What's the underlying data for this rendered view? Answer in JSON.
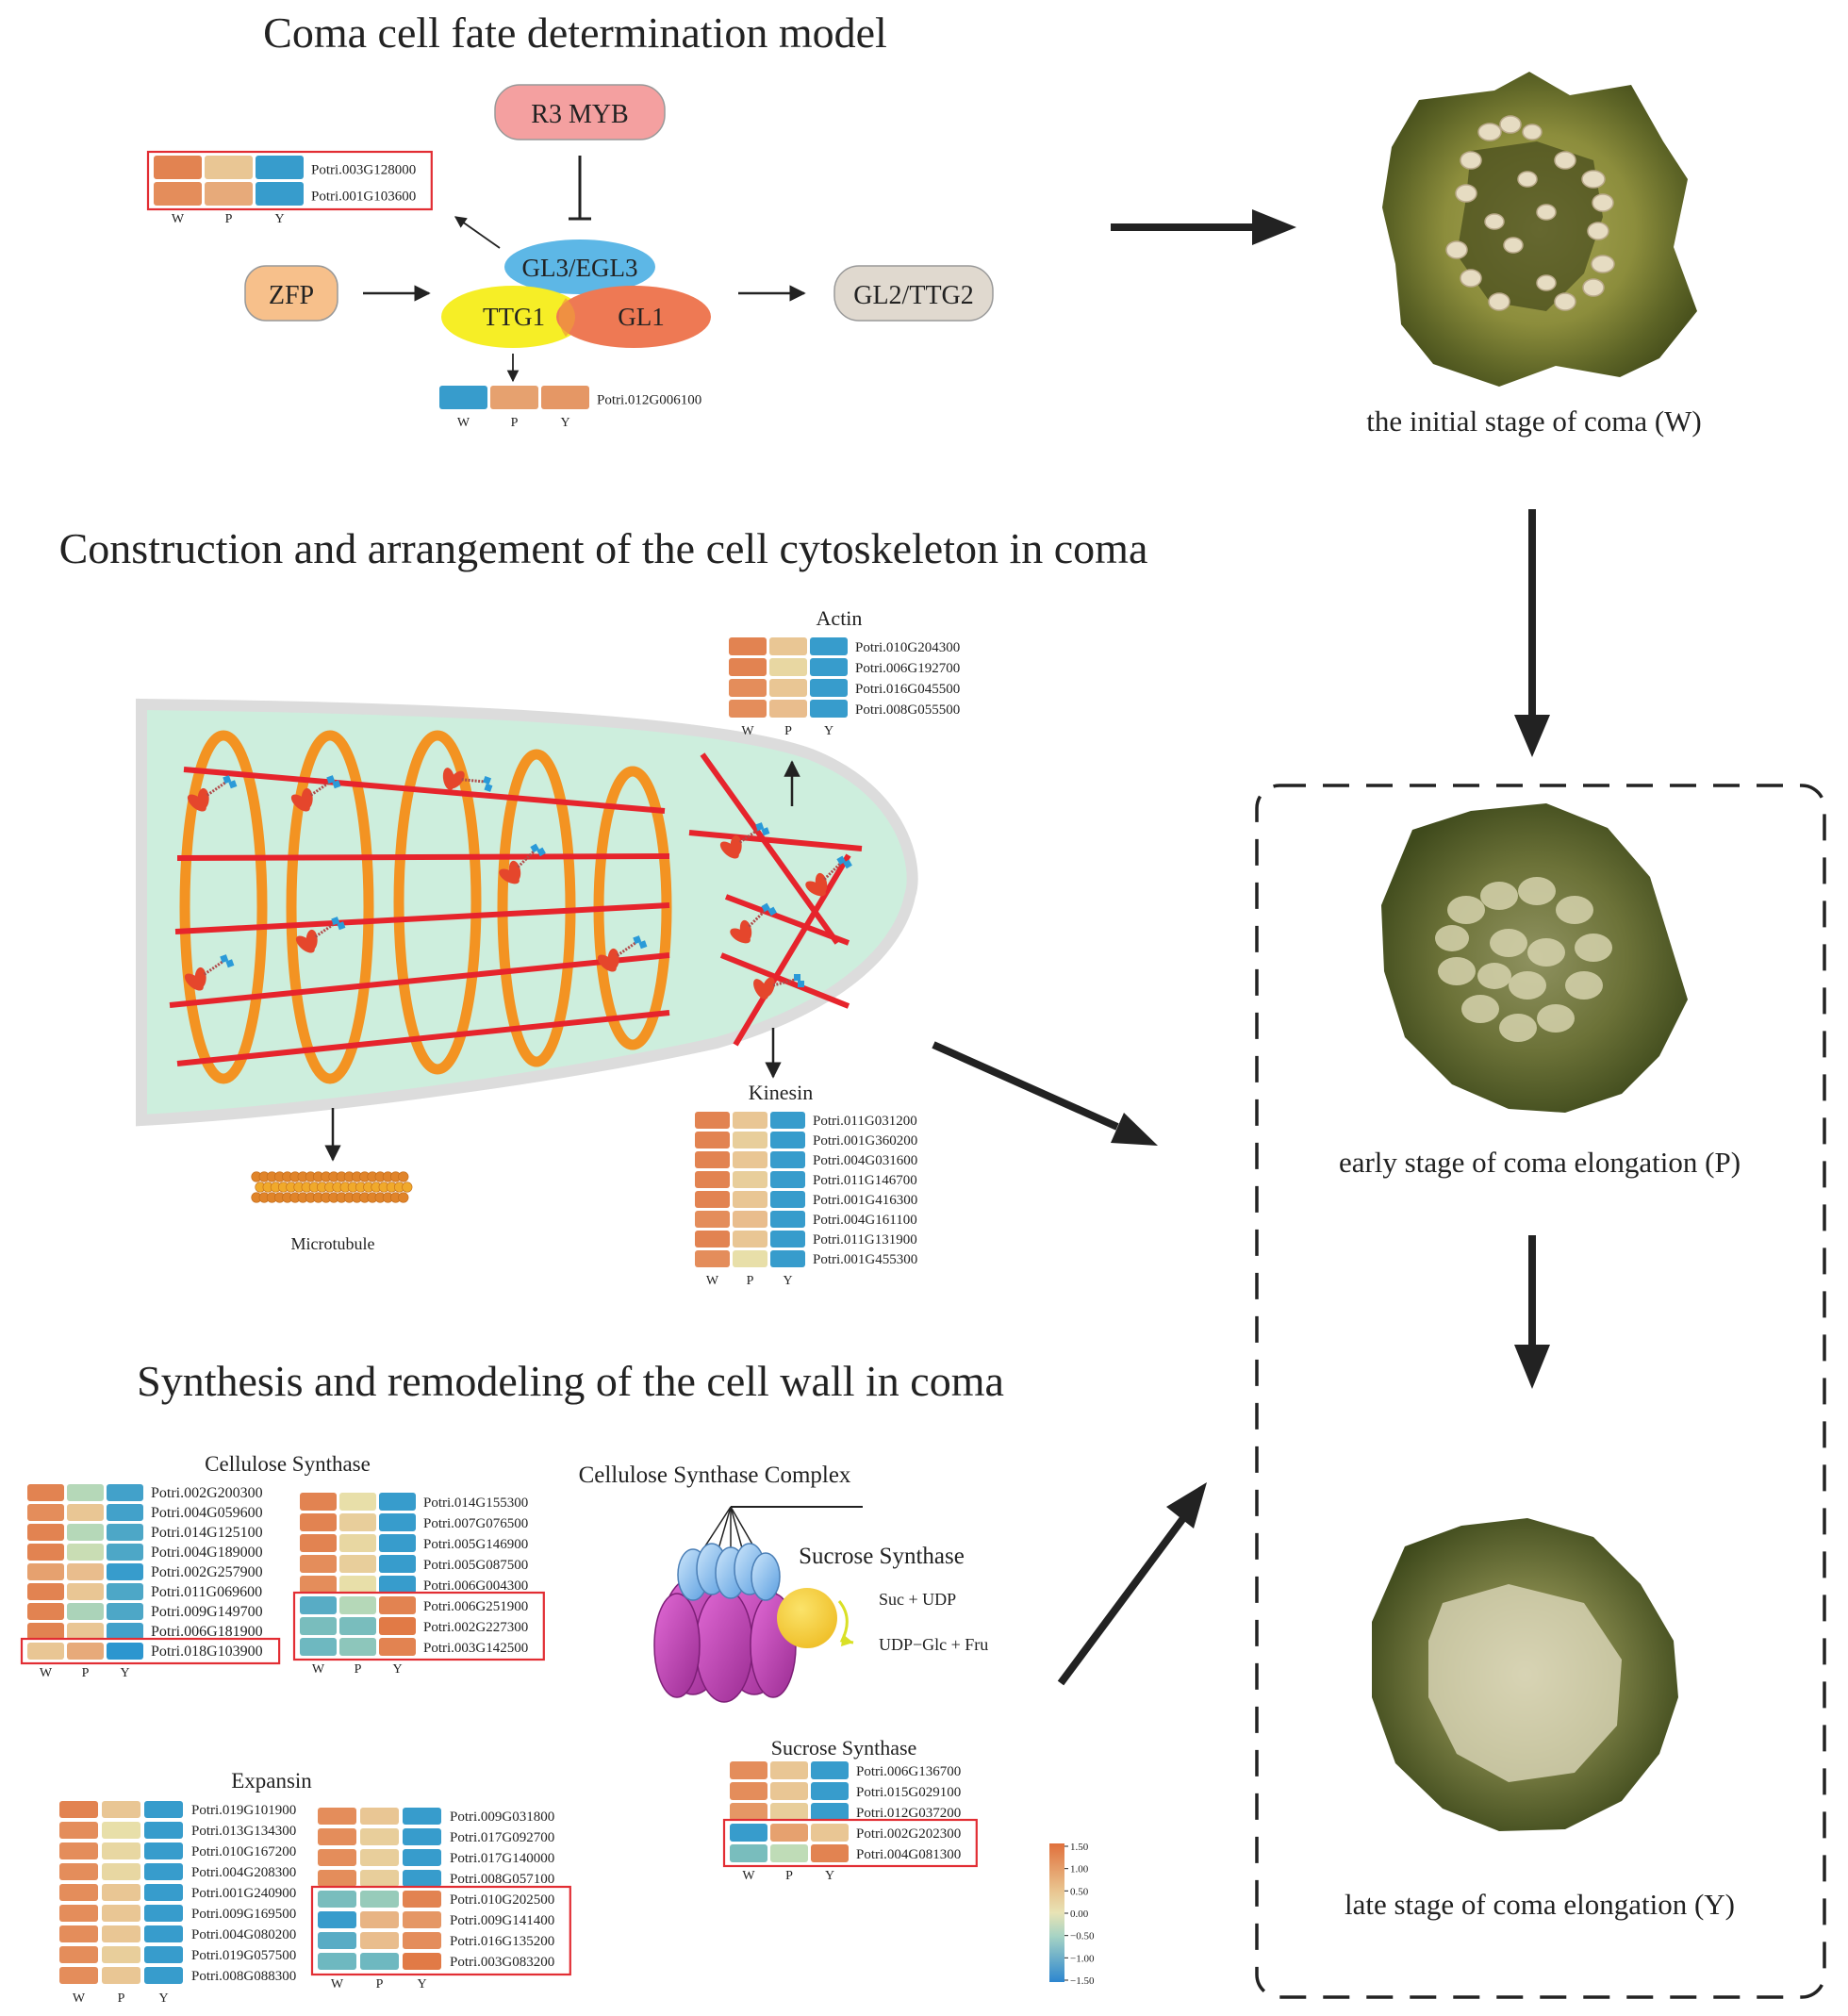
{
  "colors": {
    "heat_hi": "#e0703c",
    "heat_mid_hi": "#e9b989",
    "heat_mid": "#e8dfa9",
    "heat_neutral": "#bfdcb7",
    "heat_mid_lo": "#7ec0bc",
    "heat_lo": "#2c96cf",
    "highlight_box": "#e22d33",
    "red_filament": "#e6242c",
    "orange_ring": "#f39322",
    "cell_fill": "#cdeedd",
    "r3myb_fill": "#f4a0a0",
    "zfp_fill": "#f7c08b",
    "gl3_fill": "#5db7e6",
    "ttg1_fill": "#f6ee26",
    "gl1_fill": "#ee7954",
    "gl2_fill": "#e0d9cf"
  },
  "sections": {
    "fate_title": "Coma cell fate determination model",
    "cytoskeleton_title": "Construction and arrangement of the cell cytoskeleton in coma",
    "cellwall_title": "Synthesis and remodeling of the cell wall in coma"
  },
  "model": {
    "r3myb": "R3 MYB",
    "zfp": "ZFP",
    "gl3": "GL3/EGL3",
    "ttg1": "TTG1",
    "gl1": "GL1",
    "gl2": "GL2/TTG2"
  },
  "stages": {
    "w": "the initial stage of coma (W)",
    "p": "early stage of coma elongation (P)",
    "y": "late stage of coma elongation (Y)"
  },
  "labels": {
    "actin": "Actin",
    "kinesin": "Kinesin",
    "microtubule": "Microtubule",
    "cellulose_synthase": "Cellulose Synthase",
    "expansin": "Expansin",
    "csc": "Cellulose Synthase Complex",
    "sus_diagram": "Sucrose Synthase",
    "sus_heatmap": "Sucrose Synthase",
    "suc_udp": "Suc + UDP",
    "udp_glc_fru": "UDP−Glc + Fru"
  },
  "columns": [
    "W",
    "P",
    "Y"
  ],
  "heatmaps": {
    "fate_top": {
      "genes": [
        "Potri.003G128000",
        "Potri.001G103600"
      ],
      "levels": [
        [
          1.3,
          0.6,
          -1.4
        ],
        [
          1.2,
          0.9,
          -1.4
        ]
      ],
      "highlight": [
        0,
        1
      ]
    },
    "fate_ttg1": {
      "genes": [
        "Potri.012G006100"
      ],
      "levels": [
        [
          -1.4,
          1.0,
          1.1
        ]
      ],
      "highlight": []
    },
    "actin": {
      "genes": [
        "Potri.010G204300",
        "Potri.006G192700",
        "Potri.016G045500",
        "Potri.008G055500"
      ],
      "levels": [
        [
          1.3,
          0.6,
          -1.4
        ],
        [
          1.3,
          0.4,
          -1.4
        ],
        [
          1.2,
          0.6,
          -1.4
        ],
        [
          1.2,
          0.7,
          -1.4
        ]
      ],
      "highlight": []
    },
    "kinesin": {
      "genes": [
        "Potri.011G031200",
        "Potri.001G360200",
        "Potri.004G031600",
        "Potri.011G146700",
        "Potri.001G416300",
        "Potri.004G161100",
        "Potri.011G131900",
        "Potri.001G455300"
      ],
      "levels": [
        [
          1.3,
          0.6,
          -1.4
        ],
        [
          1.3,
          0.5,
          -1.4
        ],
        [
          1.3,
          0.6,
          -1.4
        ],
        [
          1.3,
          0.5,
          -1.4
        ],
        [
          1.3,
          0.6,
          -1.4
        ],
        [
          1.2,
          0.7,
          -1.4
        ],
        [
          1.3,
          0.6,
          -1.4
        ],
        [
          1.2,
          0.3,
          -1.4
        ]
      ],
      "highlight": []
    },
    "cesa_left": {
      "genes": [
        "Potri.002G200300",
        "Potri.004G059600",
        "Potri.014G125100",
        "Potri.004G189000",
        "Potri.002G257900",
        "Potri.011G069600",
        "Potri.009G149700",
        "Potri.006G181900",
        "Potri.018G103900"
      ],
      "levels": [
        [
          1.3,
          -0.2,
          -1.3
        ],
        [
          1.2,
          0.6,
          -1.3
        ],
        [
          1.3,
          -0.2,
          -1.2
        ],
        [
          1.3,
          0.0,
          -1.2
        ],
        [
          1.0,
          0.7,
          -1.4
        ],
        [
          1.3,
          0.6,
          -1.2
        ],
        [
          1.3,
          -0.3,
          -1.2
        ],
        [
          1.3,
          0.6,
          -1.3
        ],
        [
          0.6,
          0.9,
          -1.5
        ]
      ],
      "highlight": [
        8
      ]
    },
    "cesa_right": {
      "genes": [
        "Potri.014G155300",
        "Potri.007G076500",
        "Potri.005G146900",
        "Potri.005G087500",
        "Potri.006G004300",
        "Potri.006G251900",
        "Potri.002G227300",
        "Potri.003G142500"
      ],
      "levels": [
        [
          1.3,
          0.3,
          -1.4
        ],
        [
          1.3,
          0.5,
          -1.4
        ],
        [
          1.3,
          0.4,
          -1.4
        ],
        [
          1.2,
          0.5,
          -1.4
        ],
        [
          1.2,
          0.3,
          -1.4
        ],
        [
          -1.1,
          -0.2,
          1.3
        ],
        [
          -0.8,
          -0.8,
          1.4
        ],
        [
          -0.9,
          -0.6,
          1.3
        ]
      ],
      "highlight": [
        5,
        6,
        7
      ]
    },
    "expansin_left": {
      "genes": [
        "Potri.019G101900",
        "Potri.013G134300",
        "Potri.010G167200",
        "Potri.004G208300",
        "Potri.001G240900",
        "Potri.009G169500",
        "Potri.004G080200",
        "Potri.019G057500",
        "Potri.008G088300"
      ],
      "levels": [
        [
          1.3,
          0.6,
          -1.4
        ],
        [
          1.2,
          0.3,
          -1.4
        ],
        [
          1.2,
          0.4,
          -1.4
        ],
        [
          1.2,
          0.4,
          -1.4
        ],
        [
          1.2,
          0.6,
          -1.4
        ],
        [
          1.2,
          0.6,
          -1.4
        ],
        [
          1.2,
          0.6,
          -1.4
        ],
        [
          1.2,
          0.5,
          -1.4
        ],
        [
          1.2,
          0.6,
          -1.4
        ]
      ],
      "highlight": []
    },
    "expansin_right": {
      "genes": [
        "Potri.009G031800",
        "Potri.017G092700",
        "Potri.017G140000",
        "Potri.008G057100",
        "Potri.010G202500",
        "Potri.009G141400",
        "Potri.016G135200",
        "Potri.003G083200"
      ],
      "levels": [
        [
          1.2,
          0.6,
          -1.4
        ],
        [
          1.2,
          0.5,
          -1.4
        ],
        [
          1.2,
          0.5,
          -1.4
        ],
        [
          1.2,
          0.5,
          -1.4
        ],
        [
          -0.8,
          -0.5,
          1.3
        ],
        [
          -1.4,
          0.8,
          1.1
        ],
        [
          -1.1,
          0.7,
          1.2
        ],
        [
          -0.9,
          -0.9,
          1.4
        ]
      ],
      "highlight": [
        4,
        5,
        6,
        7
      ]
    },
    "sus": {
      "genes": [
        "Potri.006G136700",
        "Potri.015G029100",
        "Potri.012G037200",
        "Potri.002G202300",
        "Potri.004G081300"
      ],
      "levels": [
        [
          1.2,
          0.6,
          -1.4
        ],
        [
          1.2,
          0.6,
          -1.4
        ],
        [
          1.1,
          0.5,
          -1.4
        ],
        [
          -1.4,
          1.0,
          0.6
        ],
        [
          -0.8,
          -0.1,
          1.3
        ]
      ],
      "highlight": [
        3,
        4
      ]
    }
  },
  "legend": {
    "ticks": [
      "1.50",
      "1.00",
      "0.50",
      "0.00",
      "−0.50",
      "−1.00",
      "−1.50"
    ],
    "range": [
      -1.5,
      1.5
    ]
  }
}
